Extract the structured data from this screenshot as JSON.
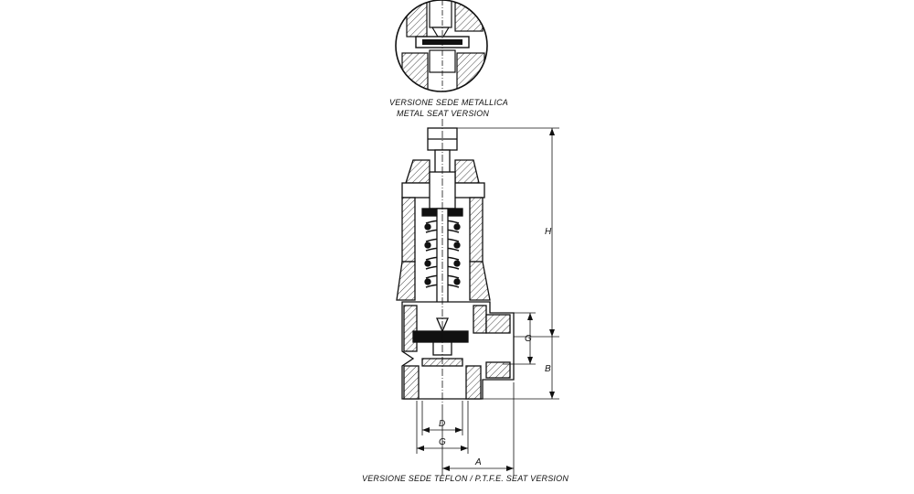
{
  "captions": {
    "metal_it": "VERSIONE SEDE METALLICA",
    "metal_en": "METAL SEAT VERSION",
    "teflon": "VERSIONE SEDE TEFLON / P.T.F.E. SEAT VERSION"
  },
  "dimensions": {
    "H": "H",
    "G_outlet": "G",
    "B": "B",
    "D": "D",
    "G_inlet": "G",
    "A": "A"
  },
  "colors": {
    "ink": "#111111",
    "hatch": "#444444",
    "paper": "#ffffff"
  }
}
